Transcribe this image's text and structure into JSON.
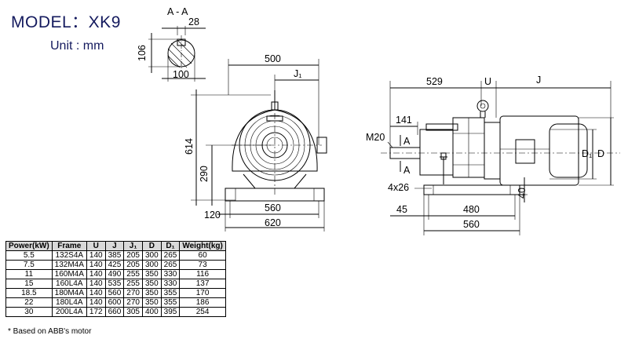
{
  "model": "MODEL：XK9",
  "unit": "Unit : mm",
  "section": {
    "label": "A - A",
    "dim_28": "28",
    "dim_106": "106",
    "dim_100": "100"
  },
  "front": {
    "dim_500": "500",
    "dim_j1": "J₁",
    "dim_614": "614",
    "dim_290": "290",
    "dim_120": "120",
    "dim_560": "560",
    "dim_620": "620"
  },
  "side": {
    "dim_529": "529",
    "dim_u": "U",
    "dim_j": "J",
    "dim_141": "141",
    "dim_m20": "M20",
    "label_a_top": "A",
    "label_a_bottom": "A",
    "dim_4x26": "4x26",
    "dim_40": "40",
    "dim_45": "45",
    "dim_480": "480",
    "dim_560": "560",
    "dim_d1": "D₁",
    "dim_d": "D"
  },
  "table": {
    "headers": [
      "Power(kW)",
      "Frame",
      "U",
      "J",
      "J₁",
      "D",
      "D₁",
      "Weight(kg)"
    ],
    "rows": [
      [
        "5.5",
        "132S4A",
        "140",
        "385",
        "205",
        "300",
        "265",
        "60"
      ],
      [
        "7.5",
        "132M4A",
        "140",
        "425",
        "205",
        "300",
        "265",
        "73"
      ],
      [
        "11",
        "160M4A",
        "140",
        "490",
        "255",
        "350",
        "330",
        "116"
      ],
      [
        "15",
        "160L4A",
        "140",
        "535",
        "255",
        "350",
        "330",
        "137"
      ],
      [
        "18.5",
        "180M4A",
        "140",
        "560",
        "270",
        "350",
        "355",
        "170"
      ],
      [
        "22",
        "180L4A",
        "140",
        "600",
        "270",
        "350",
        "355",
        "186"
      ],
      [
        "30",
        "200L4A",
        "172",
        "660",
        "305",
        "400",
        "395",
        "254"
      ]
    ]
  },
  "footnote": "* Based on ABB's motor"
}
